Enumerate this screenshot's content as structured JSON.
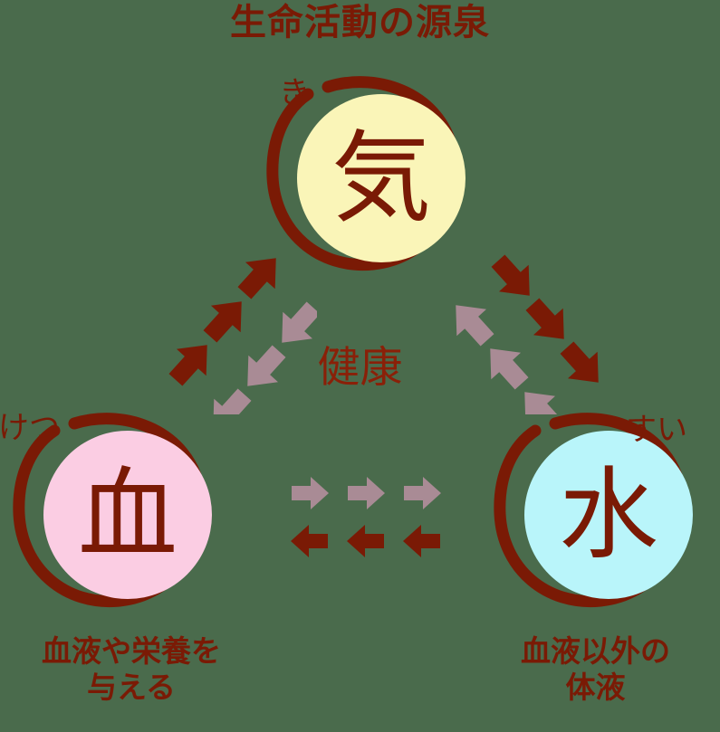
{
  "title": "生命活動の源泉",
  "center_label": "健康",
  "colors": {
    "background": "#4a6b4c",
    "ink": "#7a1a05",
    "arrow_dark": "#7a1a05",
    "arrow_mauve": "#a98b95",
    "ki_fill": "#faf5b8",
    "ketsu_fill": "#fbcde3",
    "sui_fill": "#b9f5fa"
  },
  "nodes": {
    "ki": {
      "kanji": "気",
      "furigana": "き",
      "fill": "#faf5b8",
      "caption": ""
    },
    "ketsu": {
      "kanji": "血",
      "furigana": "けつ",
      "fill": "#fbcde3",
      "caption_line1": "血液や栄養を",
      "caption_line2": "与える"
    },
    "sui": {
      "kanji": "水",
      "furigana": "すい",
      "fill": "#b9f5fa",
      "caption_line1": "血液以外の",
      "caption_line2": "体液"
    }
  },
  "flows": [
    {
      "id": "ketsu-to-ki",
      "from": "血",
      "to": "気",
      "color": "#7a1a05",
      "count": 3,
      "direction": "up-right"
    },
    {
      "id": "ki-to-ketsu",
      "from": "気",
      "to": "血",
      "color": "#a98b95",
      "count": 3,
      "direction": "down-left"
    },
    {
      "id": "ki-to-sui",
      "from": "気",
      "to": "水",
      "color": "#7a1a05",
      "count": 3,
      "direction": "down-right"
    },
    {
      "id": "sui-to-ki",
      "from": "水",
      "to": "気",
      "color": "#a98b95",
      "count": 3,
      "direction": "up-left"
    },
    {
      "id": "ketsu-to-sui",
      "from": "血",
      "to": "水",
      "color": "#a98b95",
      "count": 3,
      "direction": "right"
    },
    {
      "id": "sui-to-ketsu",
      "from": "水",
      "to": "血",
      "color": "#7a1a05",
      "count": 3,
      "direction": "left"
    }
  ]
}
